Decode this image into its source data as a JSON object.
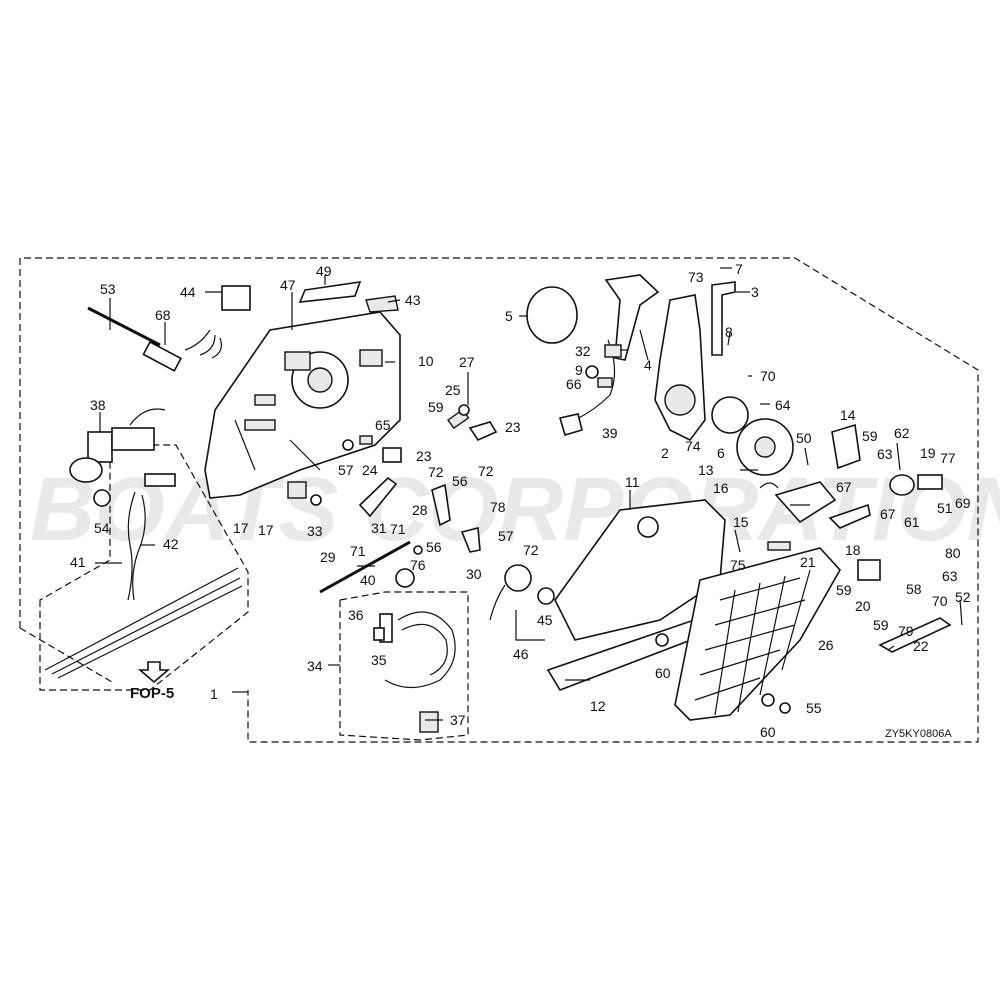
{
  "diagram": {
    "image_code": "ZY5KY0806A",
    "reference_label": "FOP-5",
    "watermark": "BOATS CORPORATION",
    "callouts": [
      "1",
      "2",
      "3",
      "4",
      "5",
      "6",
      "7",
      "8",
      "9",
      "10",
      "11",
      "12",
      "13",
      "14",
      "15",
      "16",
      "17",
      "17",
      "18",
      "19",
      "20",
      "21",
      "22",
      "23",
      "23",
      "24",
      "25",
      "26",
      "27",
      "28",
      "29",
      "30",
      "31",
      "32",
      "33",
      "34",
      "35",
      "36",
      "37",
      "38",
      "39",
      "40",
      "41",
      "42",
      "43",
      "44",
      "45",
      "46",
      "47",
      "49",
      "50",
      "51",
      "52",
      "53",
      "54",
      "55",
      "56",
      "56",
      "57",
      "57",
      "58",
      "59",
      "59",
      "59",
      "59",
      "60",
      "60",
      "61",
      "62",
      "63",
      "63",
      "64",
      "65",
      "66",
      "67",
      "67",
      "68",
      "69",
      "70",
      "70",
      "71",
      "71",
      "72",
      "72",
      "72",
      "73",
      "74",
      "75",
      "76",
      "77",
      "78",
      "79",
      "80"
    ]
  }
}
